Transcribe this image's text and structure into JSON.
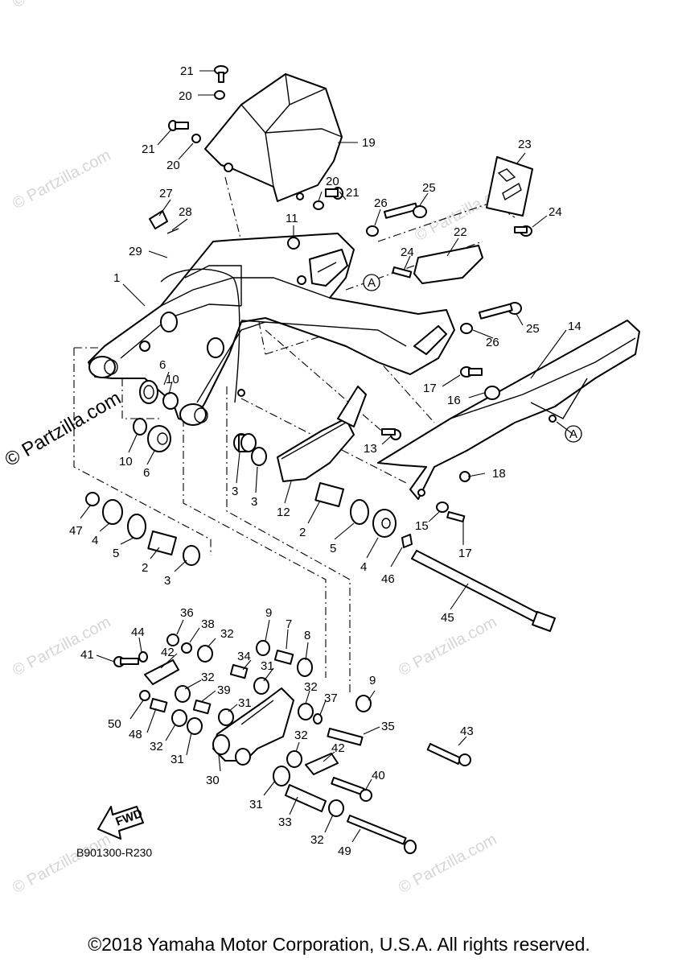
{
  "diagram_code": "B901300-R230",
  "fwd_label": "FWD",
  "section_mark": "A",
  "watermark": "© Partzilla.com",
  "copyright": "©2018 Yamaha Motor Corporation, U.S.A. All rights reserved.",
  "callouts": [
    "1",
    "2",
    "3",
    "4",
    "5",
    "6",
    "7",
    "8",
    "9",
    "10",
    "11",
    "12",
    "13",
    "14",
    "15",
    "16",
    "17",
    "18",
    "19",
    "20",
    "21",
    "22",
    "23",
    "24",
    "25",
    "26",
    "27",
    "28",
    "29",
    "30",
    "31",
    "32",
    "33",
    "34",
    "35",
    "36",
    "37",
    "38",
    "39",
    "40",
    "41",
    "42",
    "43",
    "44",
    "45",
    "46",
    "47",
    "48",
    "49",
    "50"
  ]
}
